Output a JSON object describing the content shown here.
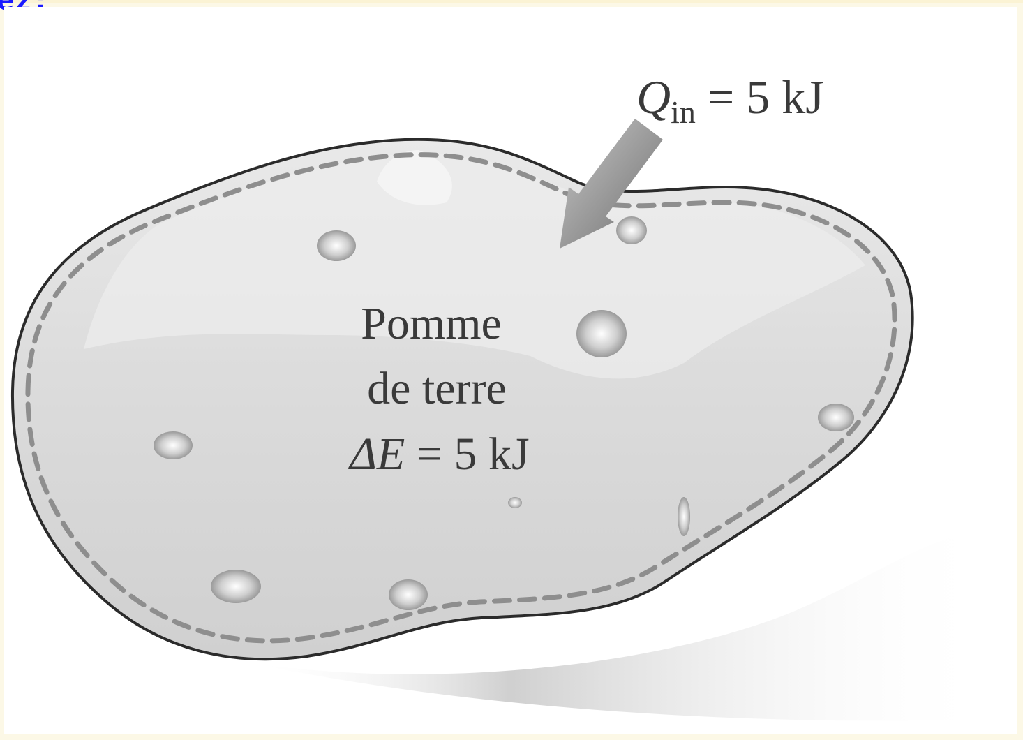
{
  "corner_label": "ez:",
  "diagram": {
    "heat_in": {
      "symbol": "Q",
      "subscript": "in",
      "rest": " = 5 kJ"
    },
    "body_label": {
      "line1": "Pomme",
      "line2": "de terre",
      "energy_symbol": "ΔE",
      "energy_rest": " = 5 kJ"
    }
  },
  "colors": {
    "page_background": "#fcf8e6",
    "panel_background": "#ffffff",
    "corner_label": "#1a1aff",
    "body_fill": "#d9d9d9",
    "arrow": "#7d7d7d",
    "outline": "#2b2b2b",
    "dashes": "#8e8e8e"
  }
}
